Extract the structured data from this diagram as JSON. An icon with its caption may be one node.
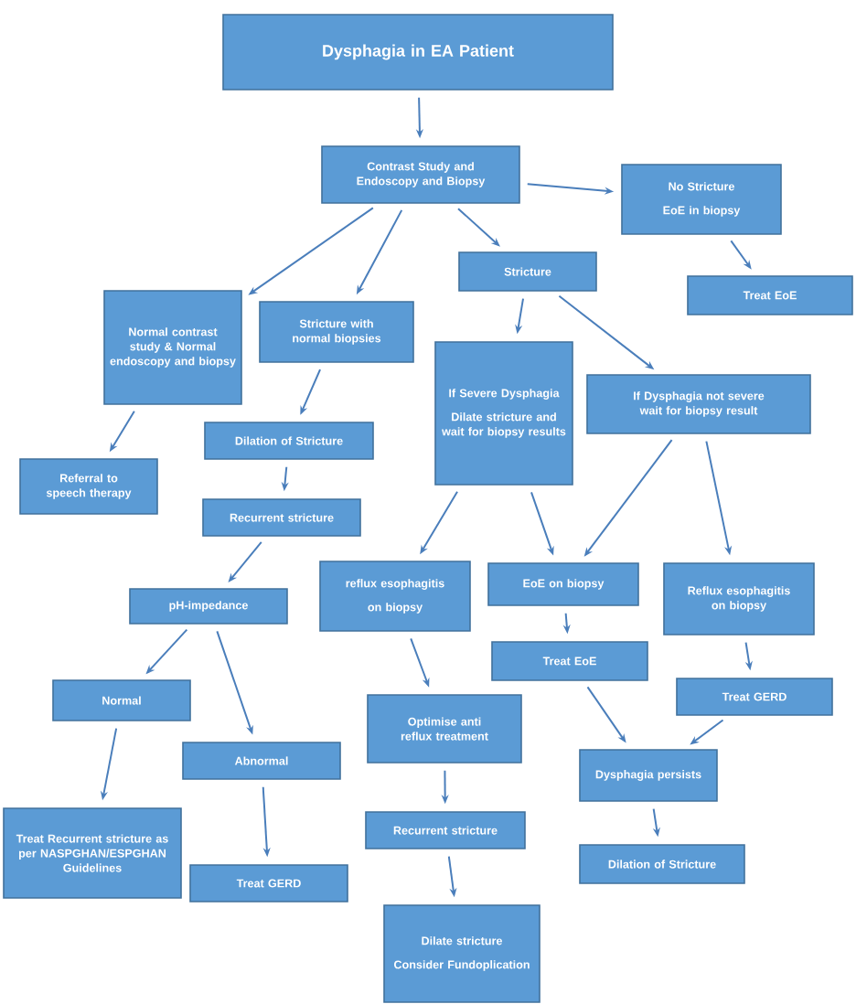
{
  "diagram": {
    "nodes": [
      {
        "text": [
          "Dysphagia in EA Patient"
        ]
      },
      {
        "text": [
          "Contrast Study and Endoscopy and Biopsy"
        ]
      },
      {
        "text": [
          "No Stricture",
          "EoE in biopsy"
        ]
      },
      {
        "text": [
          "Normal contrast study & Normal endoscopy and biopsy"
        ]
      },
      {
        "text": [
          "Stricture with normal biopsies"
        ]
      },
      {
        "text": [
          "Stricture"
        ]
      },
      {
        "text": [
          "Treat EoE"
        ]
      },
      {
        "text": [
          "If Severe Dysphagia",
          "Dilate stricture and wait for biopsy results"
        ]
      },
      {
        "text": [
          "If Dysphagia not severe wait for biopsy result"
        ]
      },
      {
        "text": [
          "Dilation of Stricture"
        ]
      },
      {
        "text": [
          "Referral to speech therapy"
        ]
      },
      {
        "text": [
          "Recurrent stricture"
        ]
      },
      {
        "text": [
          "reflux esophagitis",
          "on biopsy"
        ]
      },
      {
        "text": [
          "EoE on biopsy"
        ]
      },
      {
        "text": [
          "Reflux esophagitis on biopsy"
        ]
      },
      {
        "text": [
          "pH-impedance"
        ]
      },
      {
        "text": [
          "Treat EoE"
        ]
      },
      {
        "text": [
          "Treat GERD"
        ]
      },
      {
        "text": [
          "Normal"
        ]
      },
      {
        "text": [
          "Optimise anti reflux treatment"
        ]
      },
      {
        "text": [
          "Abnormal"
        ]
      },
      {
        "text": [
          "Dysphagia persists"
        ]
      },
      {
        "text": [
          "Recurrent stricture"
        ]
      },
      {
        "text": [
          "Treat Recurrent stricture as per NASPGHAN/ESPGHAN Guidelines"
        ]
      },
      {
        "text": [
          "Dilation of Stricture"
        ]
      },
      {
        "text": [
          "Treat GERD"
        ]
      },
      {
        "text": [
          "Dilate stricture",
          "Consider Fundoplication"
        ]
      }
    ],
    "edges": [
      {
        "from": 0,
        "to": 1,
        "arrow": "to"
      },
      {
        "from": 1,
        "to": 2,
        "arrow": "to"
      },
      {
        "from": 1,
        "to": 3,
        "arrow": "to"
      },
      {
        "from": 1,
        "to": 4,
        "arrow": "to"
      },
      {
        "from": 1,
        "to": 5,
        "arrow": "to"
      },
      {
        "from": 2,
        "to": 6,
        "arrow": "to"
      },
      {
        "from": 5,
        "to": 7,
        "arrow": "to"
      },
      {
        "from": 5,
        "to": 8,
        "arrow": "to"
      },
      {
        "from": 4,
        "to": 9,
        "arrow": "to"
      },
      {
        "from": 3,
        "to": 10,
        "arrow": "to"
      },
      {
        "from": 9,
        "to": 11,
        "arrow": "to"
      },
      {
        "from": 11,
        "to": 15,
        "arrow": "to"
      },
      {
        "from": 7,
        "to": 12,
        "arrow": "to"
      },
      {
        "from": 7,
        "to": 13,
        "arrow": "to"
      },
      {
        "from": 8,
        "to": 13,
        "arrow": "to"
      },
      {
        "from": 8,
        "to": 14,
        "arrow": "to"
      },
      {
        "from": 15,
        "to": 18,
        "arrow": "to"
      },
      {
        "from": 15,
        "to": 20,
        "arrow": "to"
      },
      {
        "from": 12,
        "to": 19,
        "arrow": "to"
      },
      {
        "from": 13,
        "to": 16,
        "arrow": "to"
      },
      {
        "from": 14,
        "to": 17,
        "arrow": "to"
      },
      {
        "from": 18,
        "to": 23,
        "arrow": "to"
      },
      {
        "from": 20,
        "to": 25,
        "arrow": "to"
      },
      {
        "from": 19,
        "to": 22,
        "arrow": "to"
      },
      {
        "from": 22,
        "to": 26,
        "arrow": "to"
      },
      {
        "from": 16,
        "to": 21,
        "arrow": "to"
      },
      {
        "from": 17,
        "to": 21,
        "arrow": "to"
      },
      {
        "from": 21,
        "to": 24,
        "arrow": "to"
      }
    ]
  }
}
